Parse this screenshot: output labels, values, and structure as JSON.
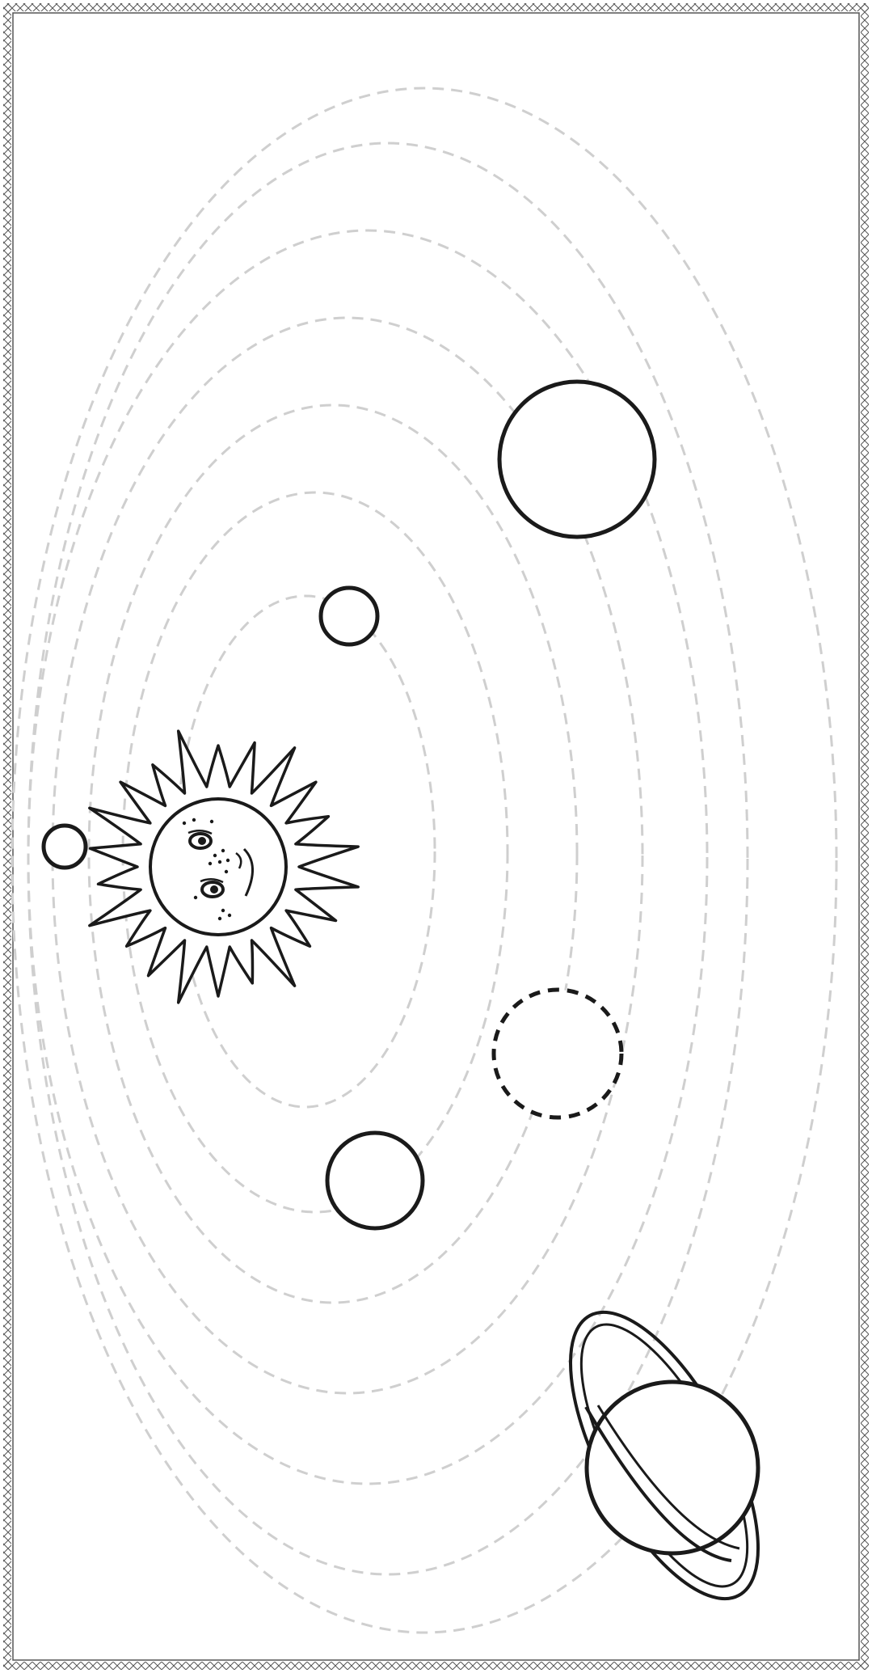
{
  "worksheet": {
    "colors": {
      "background": "#ffffff",
      "outline": "#1a1a1a",
      "orbit_path": "#cfcfcf",
      "border": "#555555"
    },
    "objects": [
      {
        "kind": "sun",
        "icon": "smiling-sun-icon"
      },
      {
        "kind": "planet",
        "icon": "small-planet-icon"
      },
      {
        "kind": "planet",
        "icon": "large-planet-icon"
      },
      {
        "kind": "planet",
        "icon": "dashed-planet-icon"
      },
      {
        "kind": "planet",
        "icon": "ringed-planet-icon"
      }
    ],
    "orbit_count": 7
  }
}
